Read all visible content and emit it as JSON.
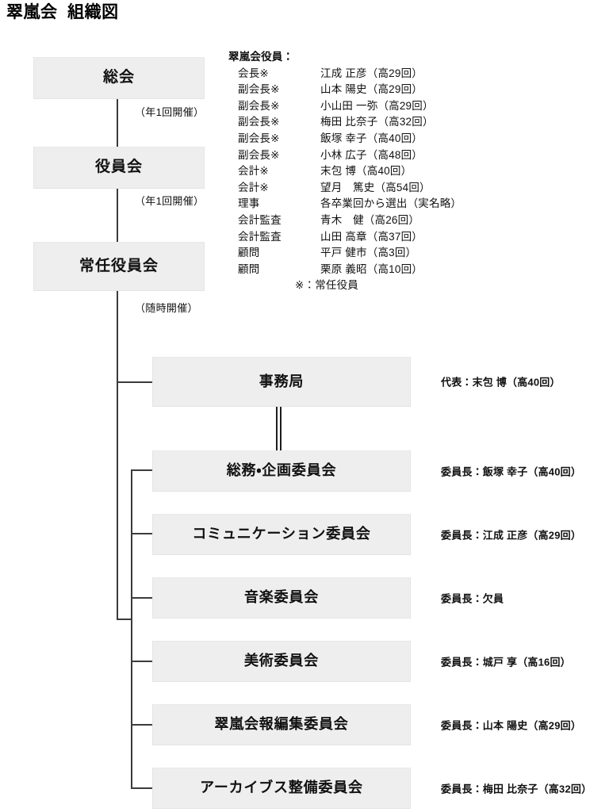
{
  "title": "翠嵐会  組織図",
  "governance": {
    "nodes": [
      {
        "label": "総会",
        "note": "（年1回開催）"
      },
      {
        "label": "役員会",
        "note": "（年1回開催）"
      },
      {
        "label": "常任役員会",
        "note": "（随時開催）"
      }
    ]
  },
  "roster": {
    "heading": "翠嵐会役員：",
    "members": [
      {
        "role": "会長※",
        "name": "江成 正彦（高29回）"
      },
      {
        "role": "副会長※",
        "name": "山本 陽史（高29回）"
      },
      {
        "role": "副会長※",
        "name": "小山田 一弥（高29回）"
      },
      {
        "role": "副会長※",
        "name": "梅田 比奈子（高32回）"
      },
      {
        "role": "副会長※",
        "name": "飯塚 幸子（高40回）"
      },
      {
        "role": "副会長※",
        "name": "小林 広子（高48回）"
      },
      {
        "role": "会計※",
        "name": "末包 博（高40回）"
      },
      {
        "role": "会計※",
        "name": "望月　篤史（高54回）"
      },
      {
        "role": "理事",
        "name": "各卒業回から選出（実名略）"
      },
      {
        "role": "会計監査",
        "name": "青木　健（高26回）"
      },
      {
        "role": "会計監査",
        "name": "山田 高章（高37回）"
      },
      {
        "role": "顧問",
        "name": "平戸 健市（高3回）"
      },
      {
        "role": "顧問",
        "name": "栗原 義昭（高10回）"
      }
    ],
    "footnote": "※：常任役員"
  },
  "units": [
    {
      "label": "事務局",
      "lead": "代表：末包 博（高40回）"
    },
    {
      "label": "総務・企画委員会",
      "lead": "委員長：飯塚 幸子（高40回）"
    },
    {
      "label": "コミュニケーション委員会",
      "lead": "委員長：江成 正彦（高29回）"
    },
    {
      "label": "音楽委員会",
      "lead": "委員長：欠員"
    },
    {
      "label": "美術委員会",
      "lead": "委員長：城戸 享（高16回）"
    },
    {
      "label": "翠嵐会報編集委員会",
      "lead": "委員長：山本 陽史（高29回）"
    },
    {
      "label": "アーカイブス整備委員会",
      "lead": "委員長：梅田 比奈子（高32回）"
    }
  ],
  "colors": {
    "box_fill": "#eeeeee",
    "box_border": "#e4e4e4",
    "line": "#3b3b3b",
    "text": "#111111",
    "background": "#ffffff"
  }
}
